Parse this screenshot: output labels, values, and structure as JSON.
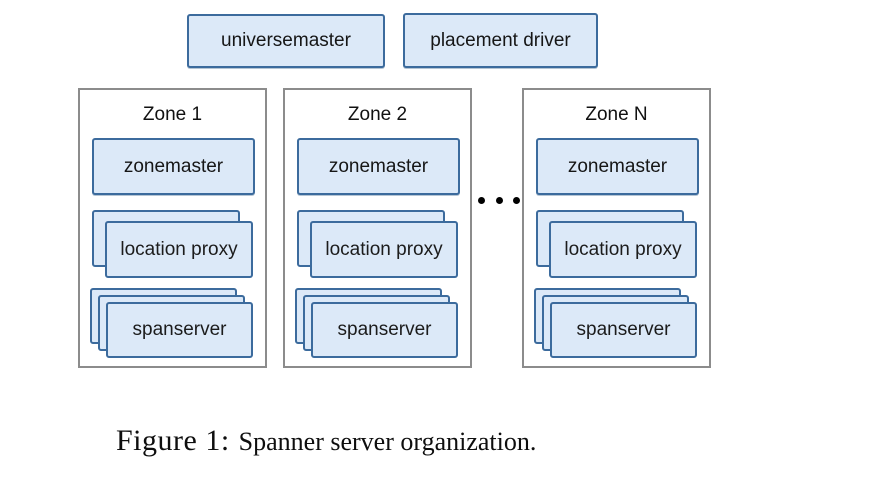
{
  "figure": {
    "top_boxes": [
      {
        "label": "universemaster"
      },
      {
        "label": "placement driver"
      }
    ],
    "zones": [
      {
        "title": "Zone 1",
        "items": [
          {
            "label": "zonemaster",
            "stack_count": 1
          },
          {
            "label": "location proxy",
            "stack_count": 2
          },
          {
            "label": "spanserver",
            "stack_count": 3
          }
        ]
      },
      {
        "title": "Zone 2",
        "items": [
          {
            "label": "zonemaster",
            "stack_count": 1
          },
          {
            "label": "location proxy",
            "stack_count": 2
          },
          {
            "label": "spanserver",
            "stack_count": 3
          }
        ]
      },
      {
        "title": "Zone N",
        "items": [
          {
            "label": "zonemaster",
            "stack_count": 1
          },
          {
            "label": "location proxy",
            "stack_count": 2
          },
          {
            "label": "spanserver",
            "stack_count": 3
          }
        ]
      }
    ],
    "ellipsis": "...",
    "caption": {
      "label": "Figure 1:",
      "text": "Spanner server organization."
    },
    "colors": {
      "node_fill": "#dce9f8",
      "node_border": "#3c6b9d",
      "zone_border": "#8c8c8c",
      "text": "#161616",
      "background": "#ffffff"
    }
  }
}
